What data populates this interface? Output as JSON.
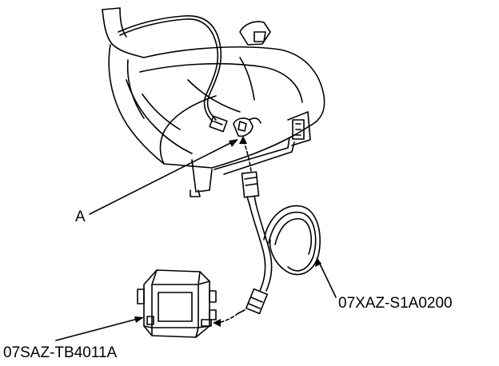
{
  "diagram": {
    "callouts": {
      "part_a": "A",
      "harness": "07XAZ-S1A0200",
      "unit": "07SAZ-TB4011A"
    },
    "colors": {
      "line": "#000000",
      "background": "#ffffff"
    }
  }
}
